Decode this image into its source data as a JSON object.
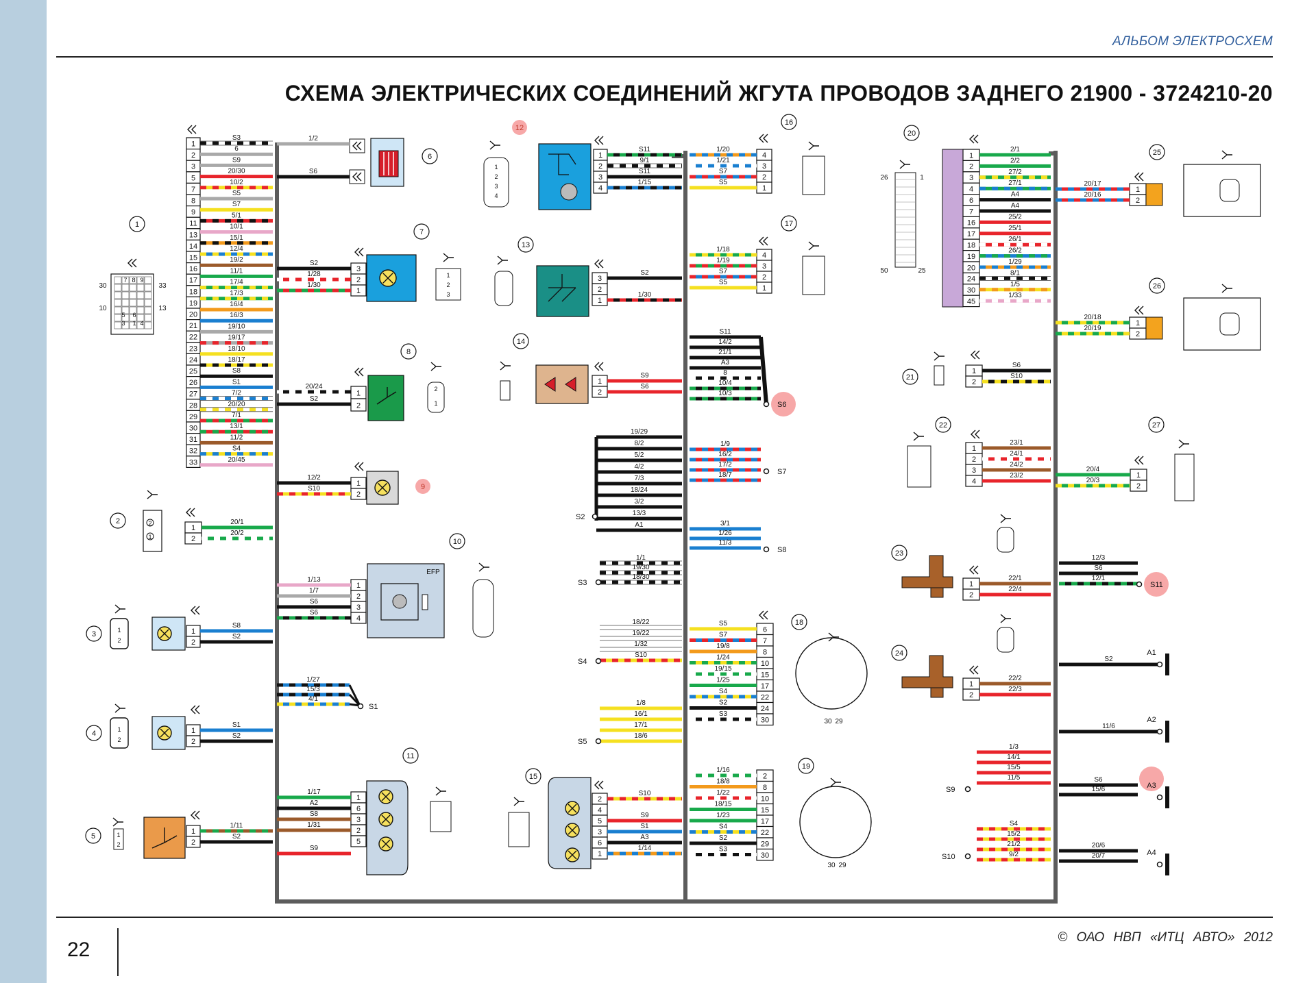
{
  "header": {
    "album": "АЛЬБОМ ЭЛЕКТРОСХЕМ"
  },
  "title": "СХЕМА ЭЛЕКТРИЧЕСКИХ СОЕДИНЕНИЙ ЖГУТА ПРОВОДОВ ЗАДНЕГО  21900 - 3724210-20",
  "footer": {
    "page": "22",
    "copyright_symbol": "©",
    "company": "ОАО НВП «ИТЦ АВТО»",
    "year": "2012"
  },
  "component_numbers": [
    "1",
    "2",
    "3",
    "4",
    "5",
    "6",
    "7",
    "8",
    "9",
    "10",
    "11",
    "12",
    "13",
    "14",
    "15",
    "16",
    "17",
    "18",
    "19",
    "20",
    "21",
    "22",
    "23",
    "24",
    "25",
    "26",
    "27"
  ],
  "connector1": {
    "pins": [
      "1",
      "2",
      "3",
      "5",
      "7",
      "8",
      "9",
      "11",
      "13",
      "14",
      "15",
      "16",
      "17",
      "18",
      "19",
      "20",
      "21",
      "22",
      "23",
      "24",
      "25",
      "26",
      "27",
      "28",
      "29",
      "30",
      "31",
      "32",
      "33"
    ],
    "wires": [
      "S3",
      "6",
      "S9",
      "20/30",
      "10/2",
      "S5",
      "S7",
      "5/1",
      "10/1",
      "15/1",
      "12/4",
      "19/2",
      "11/1",
      "17/4",
      "17/3",
      "16/4",
      "16/3",
      "19/10",
      "19/17",
      "18/10",
      "18/17",
      "S8",
      "S1",
      "7/2",
      "20/20",
      "7/1",
      "13/1",
      "11/2",
      "S4",
      "20/45"
    ],
    "face_labels": [
      "30",
      "33",
      "10",
      "13",
      "7",
      "8",
      "9",
      "5",
      "6",
      "3",
      "1",
      "4"
    ]
  },
  "splices": [
    "S1",
    "S2",
    "S3",
    "S4",
    "S5",
    "S6",
    "S7",
    "S8",
    "S9",
    "S10",
    "S11"
  ],
  "ground_points": [
    "A1",
    "A2",
    "A3",
    "A4"
  ],
  "efp_label": "EFP",
  "connector20_face": [
    "26",
    "1",
    "50",
    "25"
  ],
  "connector18_19_face": [
    "30",
    "29"
  ]
}
